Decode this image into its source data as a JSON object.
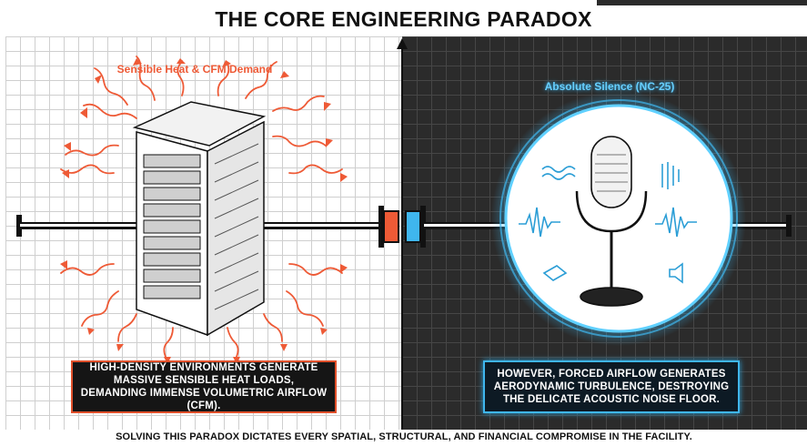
{
  "title": "THE CORE ENGINEERING PARADOX",
  "left": {
    "label": "Sensible Heat & CFM Demand",
    "caption": "HIGH-DENSITY ENVIRONMENTS GENERATE MASSIVE SENSIBLE HEAT LOADS, DEMANDING IMMENSE VOLUMETRIC AIRFLOW (CFM).",
    "accent": "#ee5a36"
  },
  "right": {
    "label": "Absolute Silence (NC-25)",
    "caption": "HOWEVER, FORCED AIRFLOW GENERATES AERODYNAMIC TURBULENCE, DESTROYING THE DELICATE ACOUSTIC NOISE FLOOR.",
    "accent": "#3fb6ee"
  },
  "footer": "SOLVING THIS PARADOX DICTATES EVERY SPATIAL, STRUCTURAL, AND FINANCIAL COMPROMISE IN THE FACILITY.",
  "icons": [
    "server-rack-icon",
    "heat-wave-icon",
    "microphone-icon",
    "sound-wave-icon",
    "gear-icon"
  ]
}
